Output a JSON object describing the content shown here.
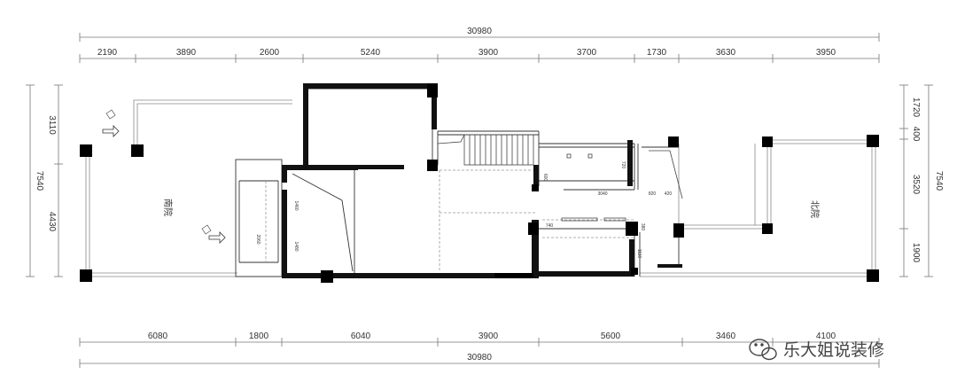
{
  "dimensions": {
    "top_total": "30980",
    "top_segments": [
      "2190",
      "3890",
      "2600",
      "5240",
      "3900",
      "3700",
      "1730",
      "3630",
      "3950"
    ],
    "bottom_segments": [
      "6080",
      "1800",
      "6040",
      "3900",
      "5600",
      "3460",
      "4100"
    ],
    "bottom_total": "30980",
    "left_total": "7540",
    "left_segments": [
      "3110",
      "4430"
    ],
    "right_total": "7540",
    "right_segments": [
      "1720",
      "400",
      "3520",
      "1900"
    ]
  },
  "rooms": {
    "south_yard": "南院",
    "north_yard": "北院"
  },
  "small_labels": [
    "1460",
    "1480",
    "1110",
    "720",
    "3040",
    "820",
    "420",
    "740",
    "600",
    "380",
    "2060"
  ],
  "watermark": {
    "text": "乐大姐说装修"
  },
  "colors": {
    "wall": "#111111",
    "line": "#666666",
    "dashed": "#aaaaaa"
  }
}
